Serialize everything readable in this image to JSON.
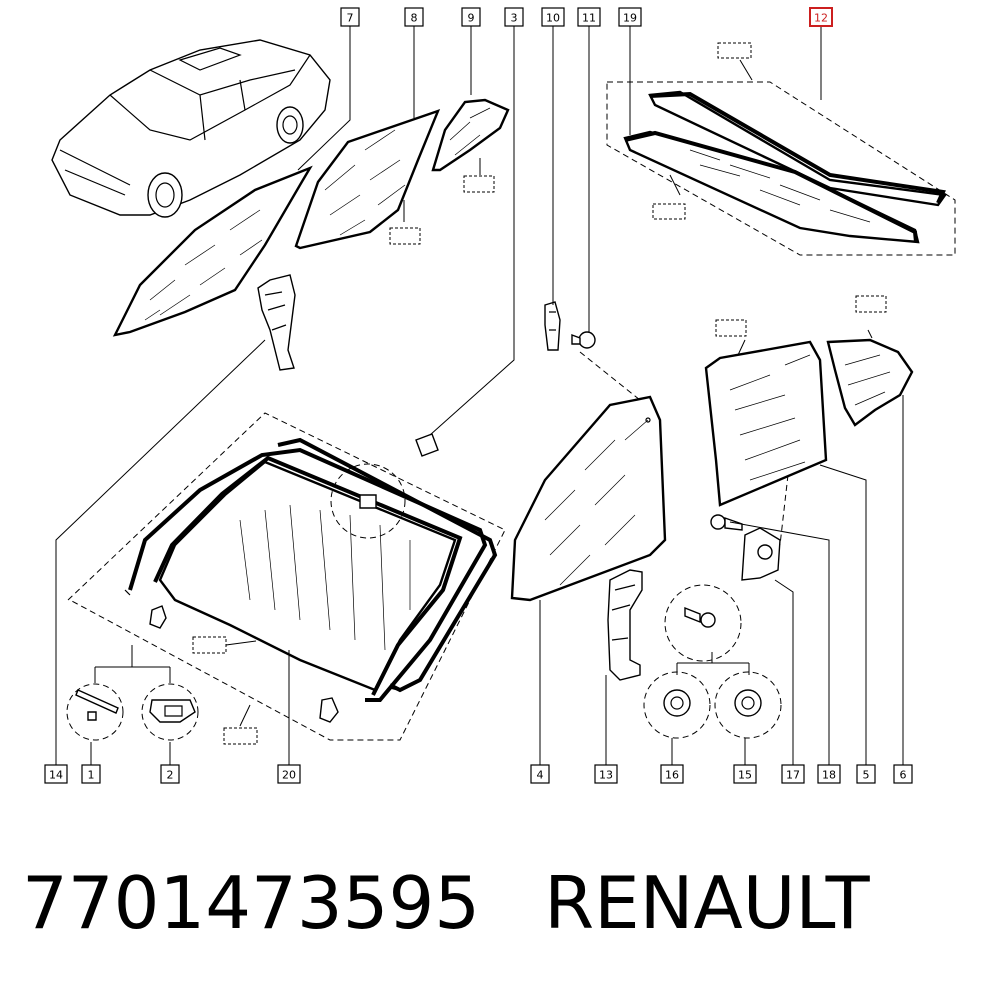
{
  "callouts": {
    "c7": "7",
    "c8": "8",
    "c9": "9",
    "c3": "3",
    "c10": "10",
    "c11": "11",
    "c19": "19",
    "c12": "12",
    "c14": "14",
    "c1": "1",
    "c2": "2",
    "c20": "20",
    "c4": "4",
    "c13": "13",
    "c16": "16",
    "c15": "15",
    "c17": "17",
    "c18": "18",
    "c5": "5",
    "c6": "6"
  },
  "highlighted_callout": "12",
  "colors": {
    "highlight": "#cc1f1f",
    "line": "#000000",
    "background": "#ffffff"
  },
  "footer": {
    "part_number": "7701473595",
    "brand": "RENAULT"
  }
}
